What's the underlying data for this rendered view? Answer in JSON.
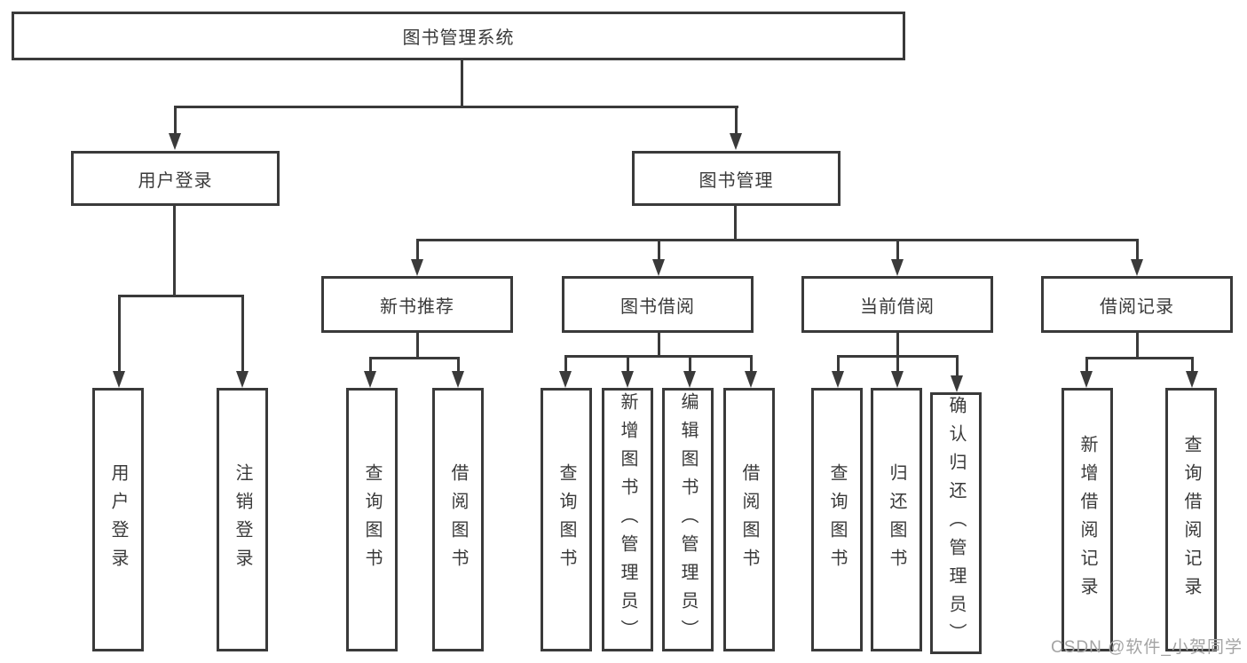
{
  "colors": {
    "line": "#3a3a3a",
    "background": "#ffffff",
    "watermark": "#a4a4a4"
  },
  "tree": {
    "root": {
      "label": "图书管理系统"
    },
    "branches": [
      {
        "label": "用户登录",
        "children": [
          {
            "label": "用户登录"
          },
          {
            "label": "注销登录"
          }
        ]
      },
      {
        "label": "图书管理",
        "children": [
          {
            "label": "新书推荐",
            "children": [
              {
                "label": "查询图书"
              },
              {
                "label": "借阅图书"
              }
            ]
          },
          {
            "label": "图书借阅",
            "children": [
              {
                "label": "查询图书"
              },
              {
                "label": "新增图书（管理员）"
              },
              {
                "label": "编辑图书（管理员）"
              },
              {
                "label": "借阅图书"
              }
            ]
          },
          {
            "label": "当前借阅",
            "children": [
              {
                "label": "查询图书"
              },
              {
                "label": "归还图书"
              },
              {
                "label": "确认归还（管理员）"
              }
            ]
          },
          {
            "label": "借阅记录",
            "children": [
              {
                "label": "新增借阅记录"
              },
              {
                "label": "查询借阅记录"
              }
            ]
          }
        ]
      }
    ]
  },
  "watermark": {
    "text": "CSDN @软件_小贺同学"
  }
}
